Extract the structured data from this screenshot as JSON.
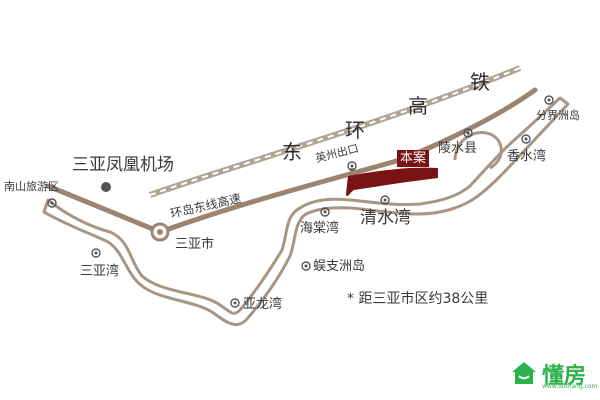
{
  "map": {
    "railway": {
      "chars": [
        "东",
        "环",
        "高",
        "铁"
      ]
    },
    "highway": "环岛东线高速",
    "places": {
      "airport": "三亚凤凰机场",
      "nanshan": "南山旅游区",
      "sanya_city": "三亚市",
      "sanya_bay": "三亚湾",
      "yalong_bay": "亚龙湾",
      "haitang_bay": "海棠湾",
      "wuzhizhou": "蜈支洲岛",
      "qingshui_bay": "清水湾",
      "lingshui": "陵水县",
      "xiangshui_bay": "香水湾",
      "fenjiezhou": "分界洲岛",
      "yingzhou_exit": "英州出口"
    },
    "project_label": "本案",
    "note": "* 距三亚市区约38公里",
    "colors": {
      "road": "#9b8570",
      "coast": "#a89684",
      "project": "#7a1414",
      "logo": "#2db24a"
    }
  },
  "brand": {
    "name": "懂房",
    "url": "www.doofang.com"
  }
}
